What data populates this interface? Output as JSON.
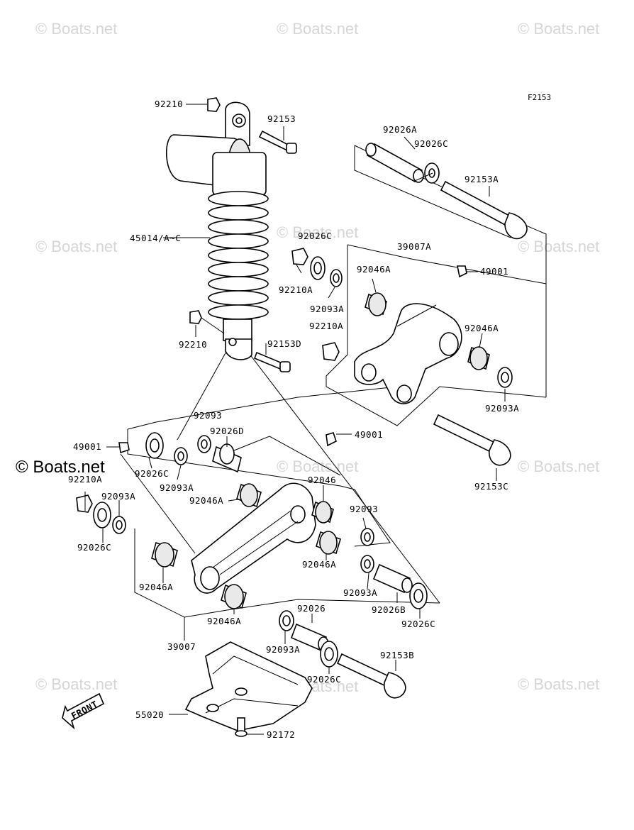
{
  "figure_id": "F2153",
  "watermark": {
    "text": "© Boats.net",
    "prominent": "© Boats.net"
  },
  "front_arrow_label": "FRONT",
  "labels": {
    "p92210_top": "92210",
    "p92153": "92153",
    "p45014": "45014/A~C",
    "p92210_mid": "92210",
    "p92153D": "92153D",
    "p92026A": "92026A",
    "p92026C_tr": "92026C",
    "p92153A": "92153A",
    "p92026C_m": "92026C",
    "p39007A": "39007A",
    "p92046A_m1": "92046A",
    "p49001_r": "49001",
    "p92210A_m1": "92210A",
    "p92093A_m": "92093A",
    "p92210A_m2": "92210A",
    "p92046A_m2": "92046A",
    "p92093A_r": "92093A",
    "p92093": "92093",
    "p92026D": "92026D",
    "p49001_c": "49001",
    "p49001_l": "49001",
    "p92026C_l1": "92026C",
    "p92093A_l1": "92093A",
    "p92210A_l": "92210A",
    "p92093A_l2": "92093A",
    "p92046A_l1": "92046A",
    "p92046": "92046",
    "p92093_r2": "92093",
    "p92153C": "92153C",
    "p92026C_l2": "92026C",
    "p92046A_c": "92046A",
    "p92046A_l2": "92046A",
    "p92093A_b1": "92093A",
    "p92026B": "92026B",
    "p92026C_b1": "92026C",
    "p92046A_b": "92046A",
    "p92026": "92026",
    "p39007": "39007",
    "p92093A_b2": "92093A",
    "p92153B": "92153B",
    "p92026C_b2": "92026C",
    "p55020": "55020",
    "p92172": "92172"
  }
}
